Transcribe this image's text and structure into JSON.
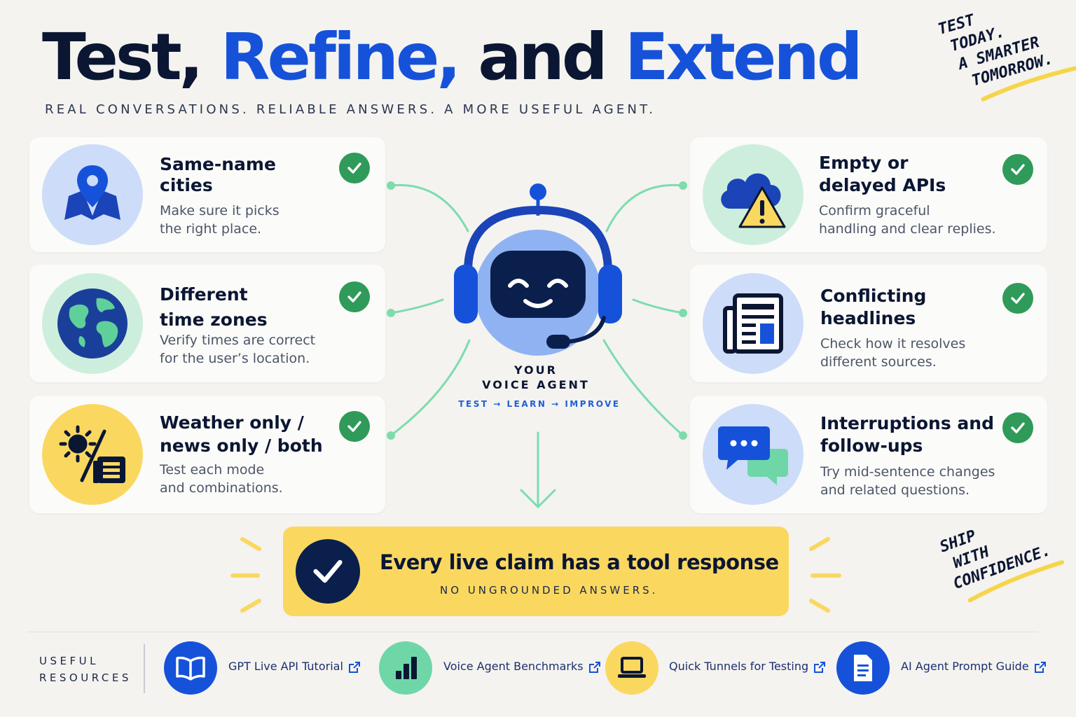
{
  "header": {
    "title_part1": "Test,",
    "title_part2": "Refine,",
    "title_part3": "and",
    "title_part4": "Extend",
    "subtitle": "REAL CONVERSATIONS.  RELIABLE ANSWERS.  A MORE USEFUL AGENT."
  },
  "notes": {
    "top_line1": "TEST",
    "top_line2": "TODAY.",
    "top_line3": "A SMARTER",
    "top_line4": "TOMORROW.",
    "bottom_line1": "SHIP",
    "bottom_line2": "WITH",
    "bottom_line3": "CONFIDENCE."
  },
  "tests": {
    "left": [
      {
        "title_l1": "Same-name",
        "title_l2": "cities",
        "desc_l1": "Make sure it picks",
        "desc_l2": "the right place.",
        "icon": "map-pin-icon",
        "checked": true
      },
      {
        "title_l1": "Different",
        "title_l2": "time zones",
        "desc_l1": "Verify times are correct",
        "desc_l2": "for the user’s location.",
        "icon": "globe-icon",
        "checked": true
      },
      {
        "title_l1": "Weather only /",
        "title_l2": "news only / both",
        "desc_l1": "Test each mode",
        "desc_l2": "and combinations.",
        "icon": "sun-news-icon",
        "checked": true
      }
    ],
    "right": [
      {
        "title_l1": "Empty or",
        "title_l2": "delayed APIs",
        "desc_l1": "Confirm graceful",
        "desc_l2": "handling and clear replies.",
        "icon": "cloud-warning-icon",
        "checked": true
      },
      {
        "title_l1": "Conflicting",
        "title_l2": "headlines",
        "desc_l1": "Check how it resolves",
        "desc_l2": "different sources.",
        "icon": "newspaper-icon",
        "checked": true
      },
      {
        "title_l1": "Interruptions and",
        "title_l2": "follow-ups",
        "desc_l1": "Try mid-sentence changes",
        "desc_l2": "and related questions.",
        "icon": "chat-bubbles-icon",
        "checked": true
      }
    ]
  },
  "agent": {
    "label_l1": "YOUR",
    "label_l2": "VOICE AGENT",
    "steps": "TEST  →  LEARN  →  IMPROVE"
  },
  "banner": {
    "title": "Every live claim has a tool response",
    "subtitle": "NO UNGROUNDED ANSWERS."
  },
  "resources": {
    "label_l1": "USEFUL",
    "label_l2": "RESOURCES",
    "items": [
      {
        "label": "GPT Live API Tutorial",
        "icon": "book-icon"
      },
      {
        "label": "Voice Agent Benchmarks",
        "icon": "bar-chart-icon"
      },
      {
        "label": "Quick Tunnels for Testing",
        "icon": "laptop-icon"
      },
      {
        "label": "AI Agent Prompt Guide",
        "icon": "document-icon"
      }
    ]
  },
  "colors": {
    "blue": "#1652d9",
    "navy": "#0b1633",
    "green_check": "#2f9a59",
    "yellow": "#fad860",
    "mint": "#6fd6a8",
    "background": "#f4f3ef"
  }
}
